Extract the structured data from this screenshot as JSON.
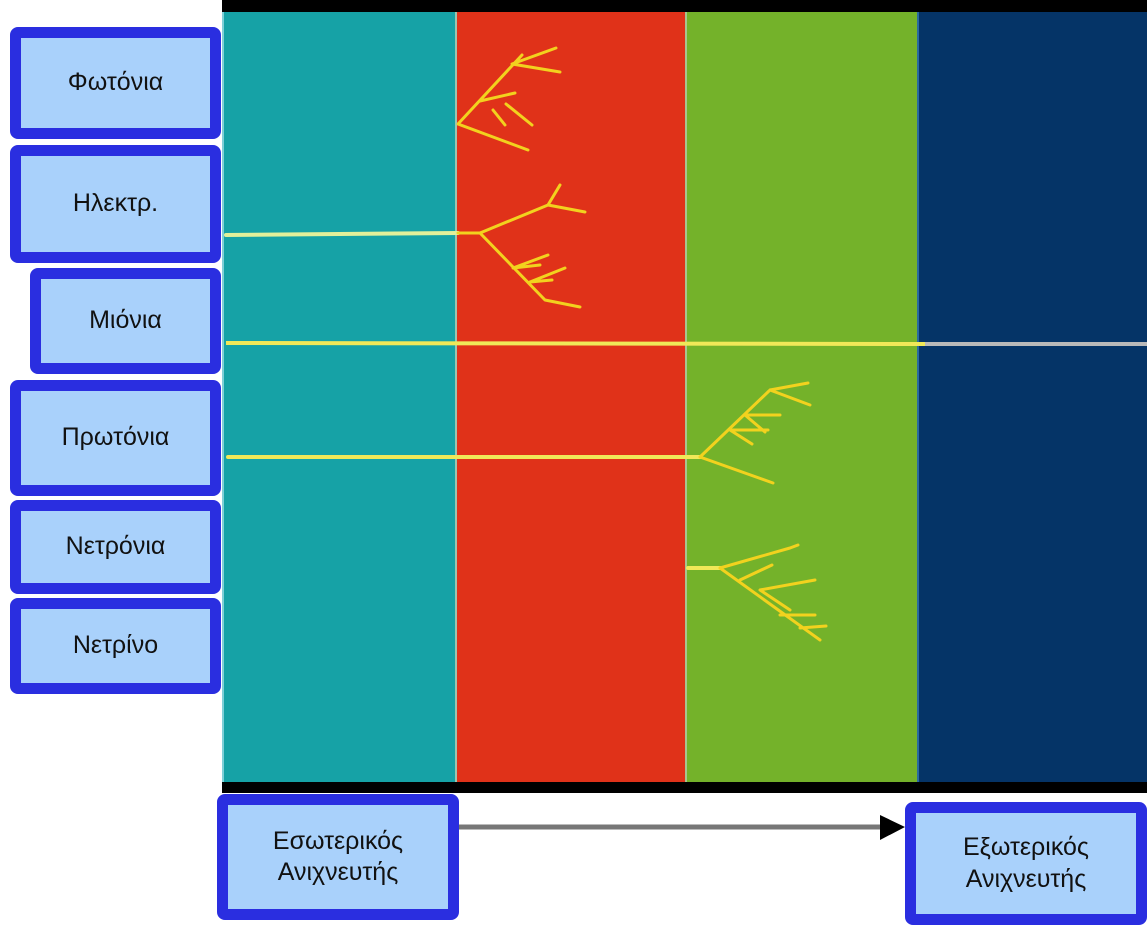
{
  "colors": {
    "inner_band": "#16a2a6",
    "ecal_band": "#e03219",
    "hcal_band": "#74b22a",
    "outer_band": "#053467",
    "track": "#f2e44a",
    "label_fill": "#a9d1fb",
    "label_border": "#2a2ee0"
  },
  "particles": {
    "photons": "Φωτόνια",
    "electrons": "Ηλεκτρ.",
    "muons": "Μιόνια",
    "protons": "Πρωτόνια",
    "neutrons": "Νετρόνια",
    "neutrinos": "Νετρίνο"
  },
  "axis": {
    "inner_label": "Εσωτερικός\nΑνιχνευτής",
    "outer_label": "Εξωτερικός\nΑνιχνευτής"
  }
}
